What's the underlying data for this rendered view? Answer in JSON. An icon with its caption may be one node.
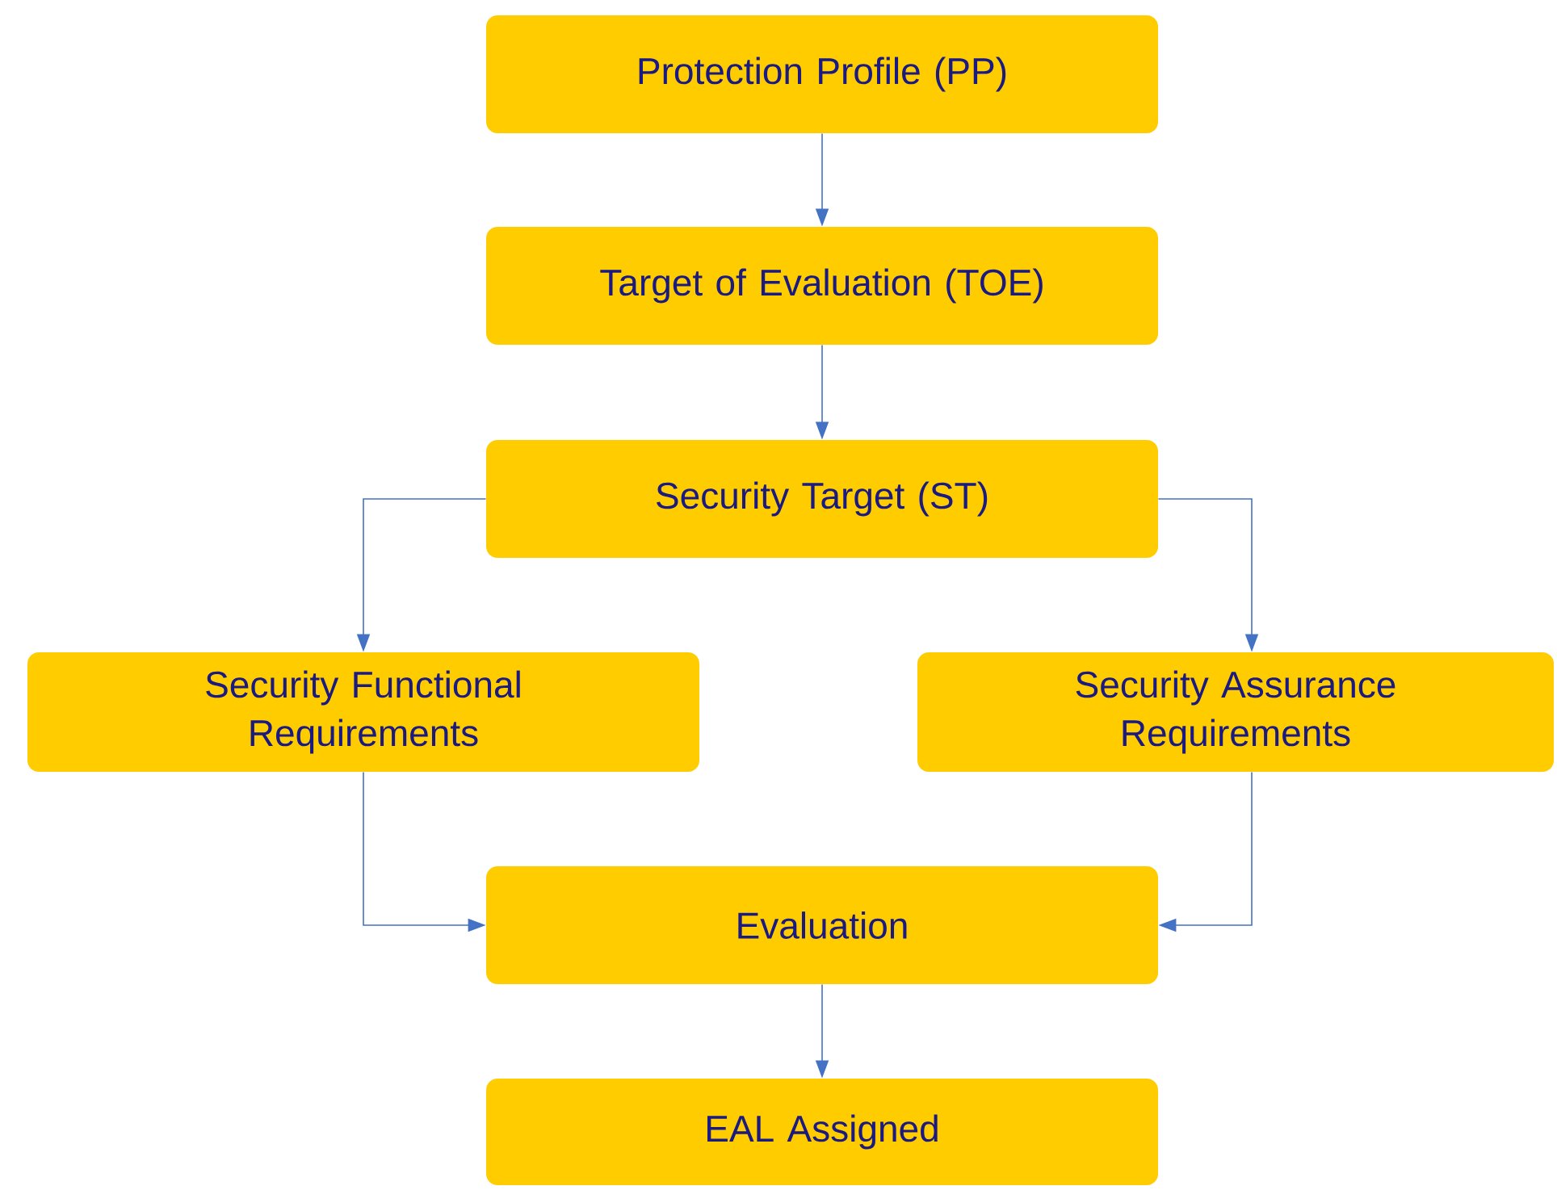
{
  "diagram": {
    "nodes": [
      {
        "text": [
          "Protection Profile (PP)"
        ]
      },
      {
        "text": [
          "Target of Evaluation (TOE)"
        ]
      },
      {
        "text": [
          "Security Target (ST)"
        ]
      },
      {
        "text": [
          "Security Functional Requirements"
        ]
      },
      {
        "text": [
          "Security Assurance Requirements"
        ]
      },
      {
        "text": [
          "Evaluation"
        ]
      },
      {
        "text": [
          "EAL Assigned"
        ]
      }
    ],
    "edges": [
      {
        "from": 0,
        "to": 1,
        "arrow": "to"
      },
      {
        "from": 1,
        "to": 2,
        "arrow": "to"
      },
      {
        "from": 2,
        "to": 3,
        "arrow": "to"
      },
      {
        "from": 2,
        "to": 4,
        "arrow": "to"
      },
      {
        "from": 3,
        "to": 5,
        "arrow": "to"
      },
      {
        "from": 4,
        "to": 5,
        "arrow": "to"
      },
      {
        "from": 5,
        "to": 6,
        "arrow": "to"
      }
    ]
  }
}
